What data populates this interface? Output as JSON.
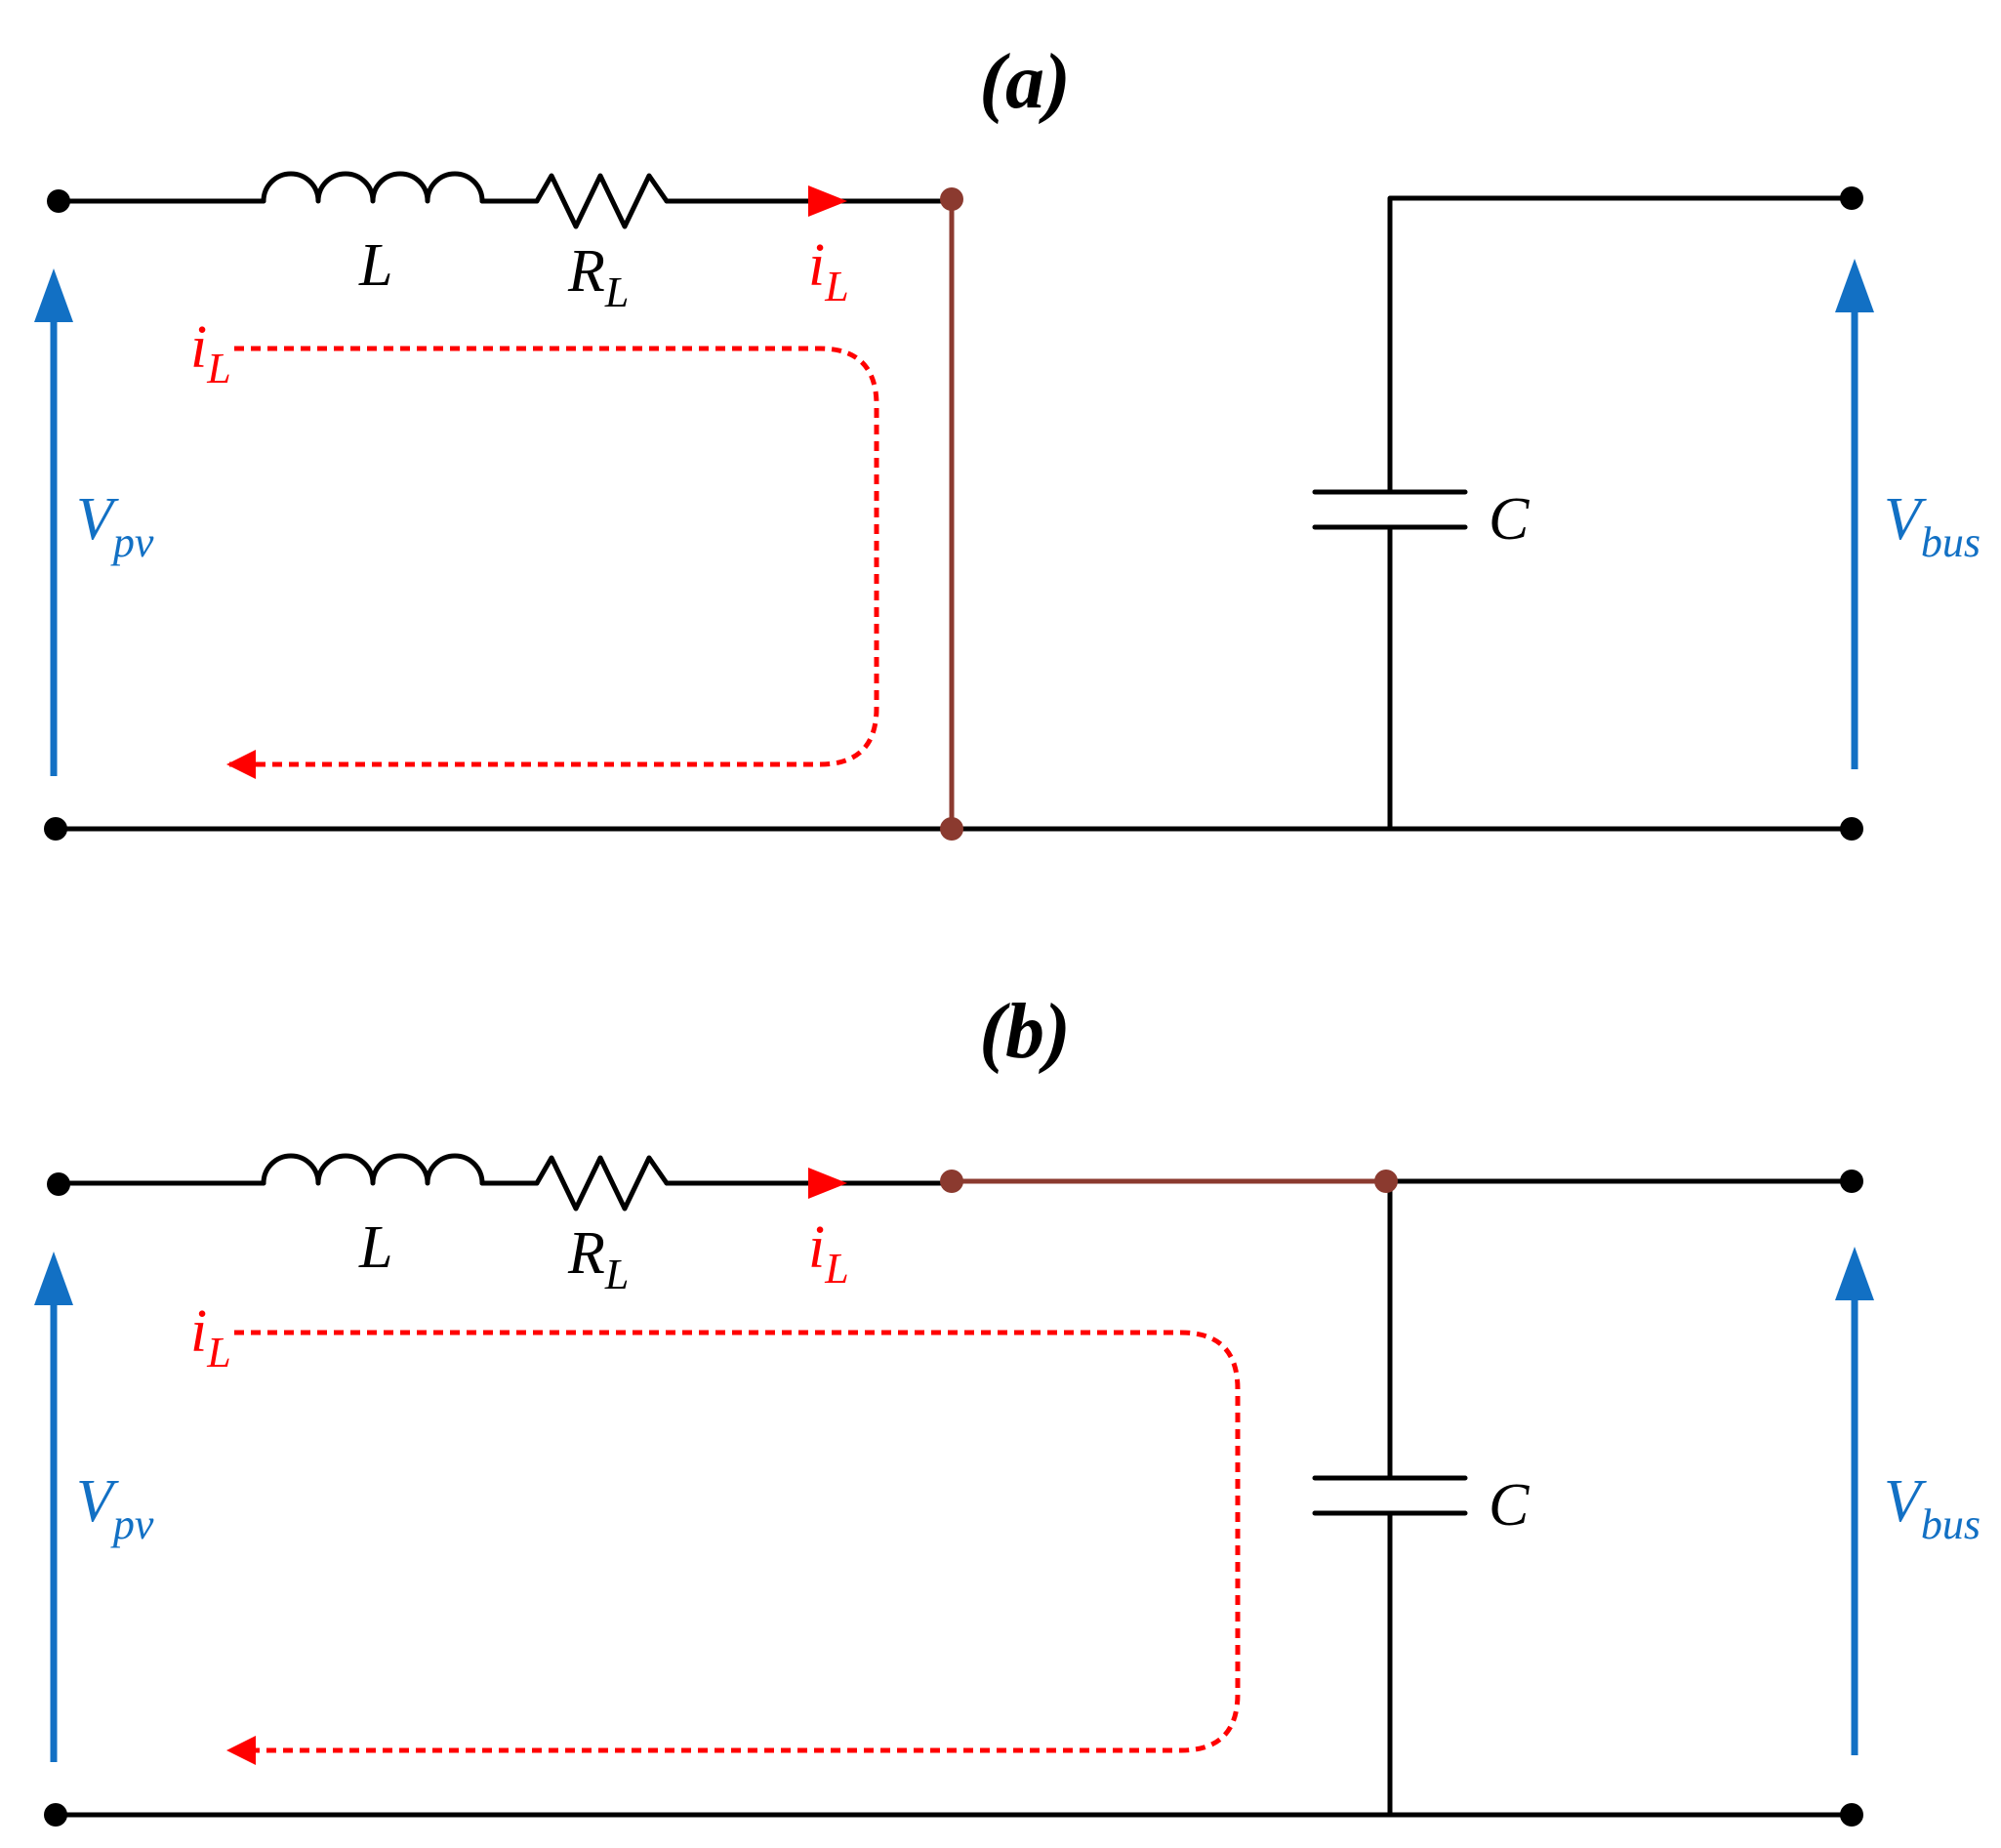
{
  "panels": [
    {
      "title": "(a)",
      "inductor": "L",
      "resistor_main": "R",
      "resistor_sub": "L",
      "current_main": "i",
      "current_sub": "L",
      "capacitor": "C",
      "vin_main": "V",
      "vin_sub": "pv",
      "vout_main": "V",
      "vout_sub": "bus"
    },
    {
      "title": "(b)",
      "inductor": "L",
      "resistor_main": "R",
      "resistor_sub": "L",
      "current_main": "i",
      "current_sub": "L",
      "capacitor": "C",
      "vin_main": "V",
      "vin_sub": "pv",
      "vout_main": "V",
      "vout_sub": "bus"
    }
  ],
  "colors": {
    "wire": "#000000",
    "switch": "#8B3A2F",
    "current_path": "#ff0000",
    "voltage_arrow": "#1270c4"
  }
}
